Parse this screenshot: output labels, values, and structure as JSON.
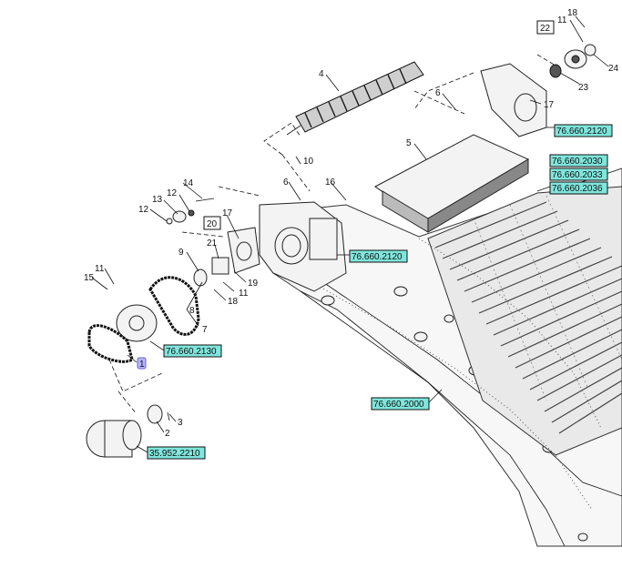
{
  "diagram": {
    "part_numbers": [
      {
        "id": "18",
        "label": "18"
      },
      {
        "id": "11a",
        "label": "11"
      },
      {
        "id": "24",
        "label": "24"
      },
      {
        "id": "23",
        "label": "23"
      },
      {
        "id": "4",
        "label": "4"
      },
      {
        "id": "6a",
        "label": "6"
      },
      {
        "id": "17a",
        "label": "17"
      },
      {
        "id": "5",
        "label": "5"
      },
      {
        "id": "10",
        "label": "10"
      },
      {
        "id": "6b",
        "label": "6"
      },
      {
        "id": "16",
        "label": "16"
      },
      {
        "id": "14",
        "label": "14"
      },
      {
        "id": "13",
        "label": "13"
      },
      {
        "id": "12a",
        "label": "12"
      },
      {
        "id": "12b",
        "label": "12"
      },
      {
        "id": "17b",
        "label": "17"
      },
      {
        "id": "9",
        "label": "9"
      },
      {
        "id": "21",
        "label": "21"
      },
      {
        "id": "19",
        "label": "19"
      },
      {
        "id": "11b",
        "label": "11"
      },
      {
        "id": "18b",
        "label": "18"
      },
      {
        "id": "8",
        "label": "8"
      },
      {
        "id": "11c",
        "label": "11"
      },
      {
        "id": "15",
        "label": "15"
      },
      {
        "id": "7",
        "label": "7"
      },
      {
        "id": "1",
        "label": "1"
      },
      {
        "id": "2",
        "label": "2"
      },
      {
        "id": "3",
        "label": "3"
      }
    ],
    "boxed_numbers": [
      {
        "id": "22",
        "label": "22"
      },
      {
        "id": "20",
        "label": "20"
      }
    ],
    "references": [
      {
        "id": "r1",
        "label": "76.660.2120"
      },
      {
        "id": "r2",
        "label": "76.660.2030"
      },
      {
        "id": "r3",
        "label": "76.660.2033"
      },
      {
        "id": "r4",
        "label": "76.660.2036"
      },
      {
        "id": "r5",
        "label": "76.660.2120"
      },
      {
        "id": "r6",
        "label": "76.660.2130"
      },
      {
        "id": "r7",
        "label": "76.660.2000"
      },
      {
        "id": "r8",
        "label": "35.952.2210"
      }
    ],
    "colors": {
      "reference_fill": "#7fe6dc",
      "highlight": "#b7b3ff",
      "line": "#111111"
    }
  }
}
